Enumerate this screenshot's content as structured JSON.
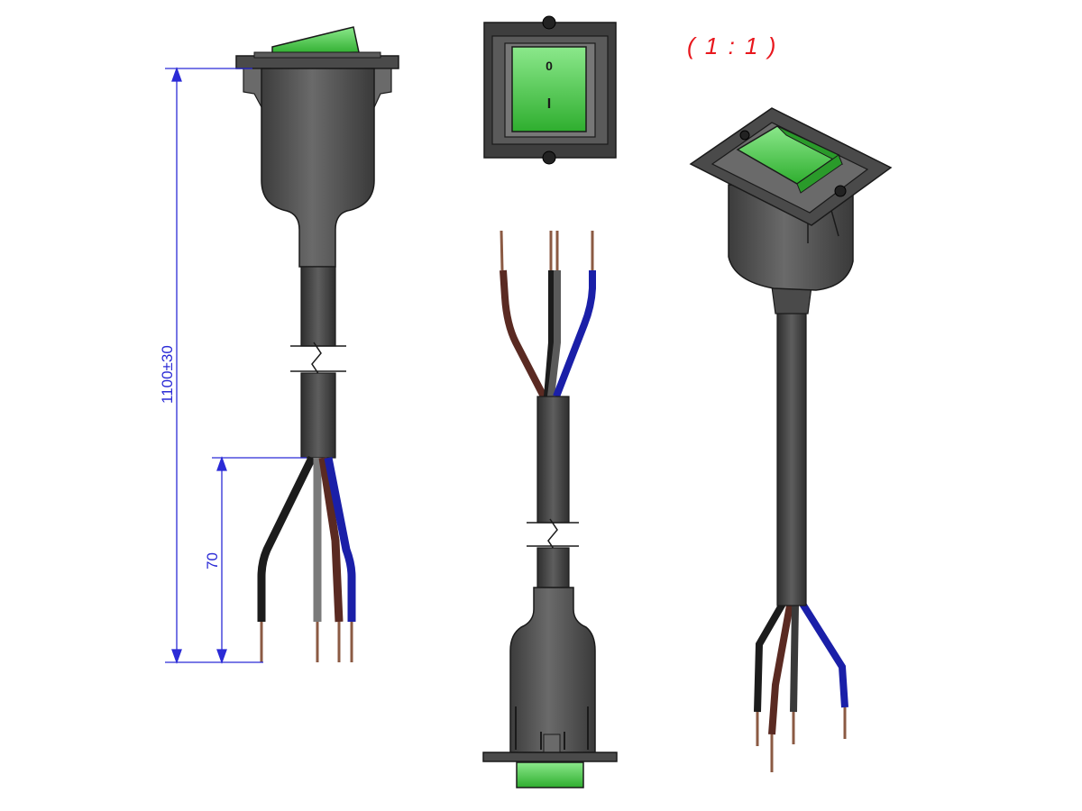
{
  "drawing": {
    "scale": "( 1 : 1 )",
    "dim_length": "1100±30",
    "dim_strip": "70"
  },
  "colors": {
    "body": "#555555",
    "body_dark": "#3a3a3a",
    "outline": "#1a1a1a",
    "rocker_green": "#3fc13f",
    "rocker_green_light": "#7ee07e",
    "wire_brown": "#5a2a22",
    "wire_blue": "#1a1fa8",
    "wire_black": "#1c1c1c",
    "wire_grey": "#8a8a8a",
    "copper": "#c98a6a",
    "dimension": "#2b2bd6",
    "scale_label": "#e8171d"
  },
  "rocker_symbols": {
    "off": "0",
    "on": "I"
  }
}
